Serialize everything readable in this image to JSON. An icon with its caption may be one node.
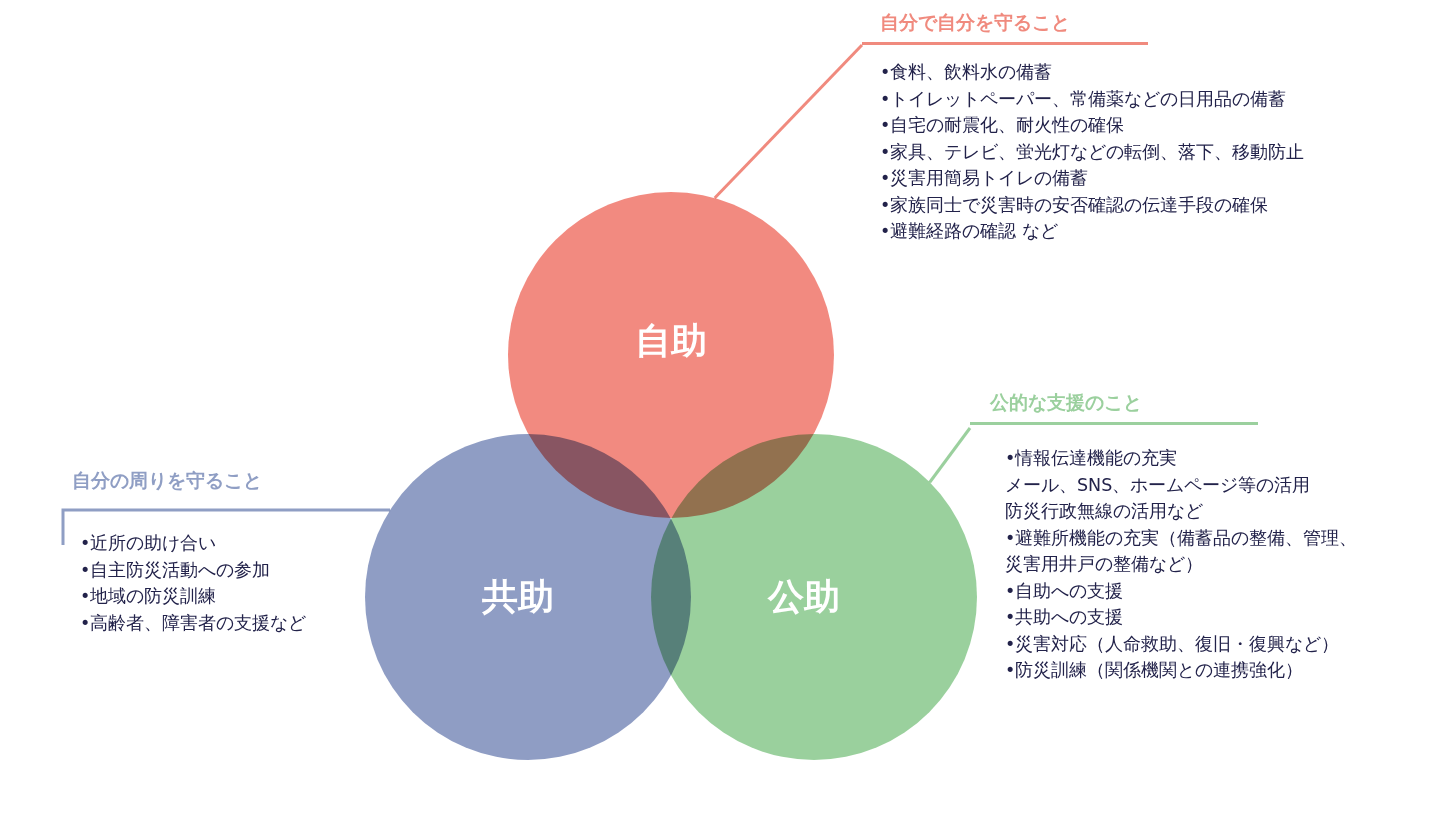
{
  "diagram": {
    "nodes": [
      {
        "text": [
          "自助"
        ]
      },
      {
        "text": [
          "共助"
        ]
      },
      {
        "text": [
          "公助"
        ]
      },
      {
        "text": [
          "自分で自分を守ること",
          "•食料、飲料水の備蓄",
          "•トイレットペーパー、常備薬などの日用品の備蓄",
          "•自宅の耐震化、耐火性の確保",
          "•家具、テレビ、蛍光灯などの転倒、落下、移動防止",
          "•災害用簡易トイレの備蓄",
          "•家族同士で災害時の安否確認の伝達手段の確保",
          "•避難経路の確認 など"
        ]
      },
      {
        "text": [
          "自分の周りを守ること",
          "•近所の助け合い",
          "•自主防災活動への参加",
          "•地域の防災訓練",
          "•高齢者、障害者の支援など"
        ]
      },
      {
        "text": [
          "公的な支援のこと",
          "•情報伝達機能の充実",
          "メール、SNS、ホームページ等の活用",
          "防災行政無線の活用など",
          "•避難所機能の充実（備蓄品の整備、管理、災害用井戸の整備など）",
          "•自助への支援",
          "•共助への支援",
          "•災害対応（人命救助、復旧・復興など）",
          "•防災訓練（関係機関との連携強化）"
        ]
      }
    ],
    "edges": [
      {
        "from": 3,
        "to": 0,
        "arrow": "none",
        "color": "#f08a7e"
      },
      {
        "from": 4,
        "to": 1,
        "arrow": "none",
        "color": "#8f9ec4"
      },
      {
        "from": 5,
        "to": 2,
        "arrow": "none",
        "color": "#9bd09e"
      }
    ]
  }
}
